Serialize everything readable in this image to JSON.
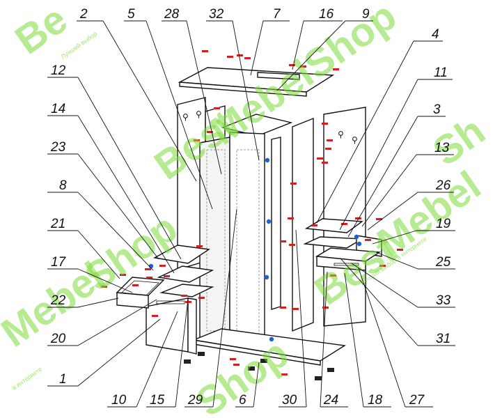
{
  "callouts": [
    {
      "id": "2",
      "label": "2"
    },
    {
      "id": "5",
      "label": "5"
    },
    {
      "id": "28",
      "label": "28"
    },
    {
      "id": "32",
      "label": "32"
    },
    {
      "id": "7",
      "label": "7"
    },
    {
      "id": "16",
      "label": "16"
    },
    {
      "id": "9",
      "label": "9"
    },
    {
      "id": "4",
      "label": "4"
    },
    {
      "id": "11",
      "label": "11"
    },
    {
      "id": "3",
      "label": "3"
    },
    {
      "id": "13",
      "label": "13"
    },
    {
      "id": "26",
      "label": "26"
    },
    {
      "id": "19",
      "label": "19"
    },
    {
      "id": "25",
      "label": "25"
    },
    {
      "id": "33",
      "label": "33"
    },
    {
      "id": "31",
      "label": "31"
    },
    {
      "id": "12",
      "label": "12"
    },
    {
      "id": "14",
      "label": "14"
    },
    {
      "id": "23",
      "label": "23"
    },
    {
      "id": "8",
      "label": "8"
    },
    {
      "id": "21",
      "label": "21"
    },
    {
      "id": "17",
      "label": "17"
    },
    {
      "id": "22",
      "label": "22"
    },
    {
      "id": "20",
      "label": "20"
    },
    {
      "id": "1",
      "label": "1"
    },
    {
      "id": "10",
      "label": "10"
    },
    {
      "id": "15",
      "label": "15"
    },
    {
      "id": "29",
      "label": "29"
    },
    {
      "id": "6",
      "label": "6"
    },
    {
      "id": "30",
      "label": "30"
    },
    {
      "id": "24",
      "label": "24"
    },
    {
      "id": "18",
      "label": "18"
    },
    {
      "id": "27",
      "label": "27"
    }
  ],
  "watermark": {
    "brand": "BestMebelShop",
    "tagline": "Лучший выбор в интернете"
  },
  "colors": {
    "line": "#111111",
    "fastener_red": "#d62020",
    "fastener_blue": "#1e5fd8",
    "watermark": "#7ddc3a"
  }
}
